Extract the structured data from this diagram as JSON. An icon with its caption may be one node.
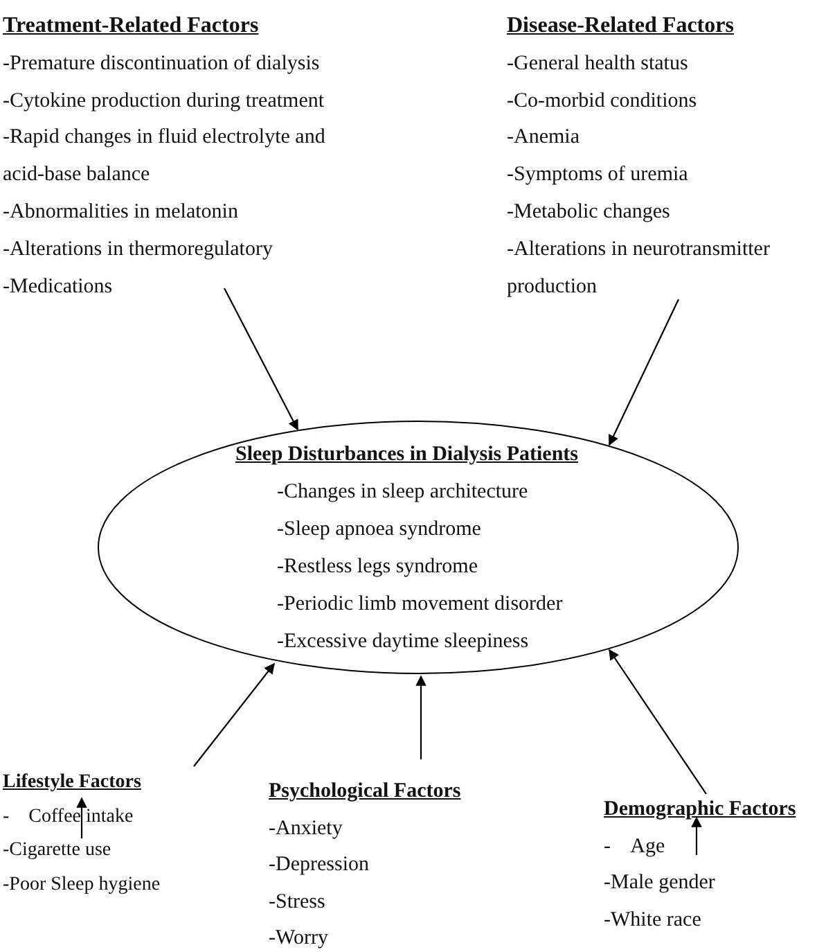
{
  "diagram": {
    "nodes": [
      {
        "text": [
          "Treatment-Related Factors",
          "-Premature discontinuation of dialysis",
          "-Cytokine production during treatment",
          "-Rapid changes in fluid electrolyte and acid-base balance",
          "-Abnormalities in melatonin",
          "-Alterations in thermoregulatory",
          "-Medications"
        ]
      },
      {
        "text": [
          "Disease-Related Factors",
          "-General health status",
          "-Co-morbid conditions",
          "-Anemia",
          "-Symptoms of uremia",
          "-Metabolic changes",
          "-Alterations in neurotransmitter production"
        ]
      },
      {
        "text": [
          "Sleep Disturbances in Dialysis Patients",
          "-Changes in sleep architecture",
          "-Sleep apnoea syndrome",
          "-Restless legs syndrome",
          "-Periodic limb movement disorder",
          "-Excessive daytime sleepiness"
        ]
      },
      {
        "text": [
          "Lifestyle Factors",
          "-    Coffee intake",
          "-Cigarette use",
          "-Poor Sleep hygiene"
        ]
      },
      {
        "text": [
          "Psychological Factors",
          "-Anxiety",
          "-Depression",
          "-Stress",
          "-Worry"
        ]
      },
      {
        "text": [
          "Demographic Factors",
          "-    Age",
          "-Male gender",
          "-White race"
        ]
      }
    ],
    "edges": [
      {
        "from": 0,
        "to": 2,
        "arrow": "to"
      },
      {
        "from": 1,
        "to": 2,
        "arrow": "to"
      },
      {
        "from": 3,
        "to": 2,
        "arrow": "to"
      },
      {
        "from": 4,
        "to": 2,
        "arrow": "to"
      },
      {
        "from": 5,
        "to": 2,
        "arrow": "to"
      },
      {
        "from": null,
        "to": 3,
        "arrow": "to"
      },
      {
        "from": null,
        "to": 5,
        "arrow": "to"
      }
    ]
  }
}
